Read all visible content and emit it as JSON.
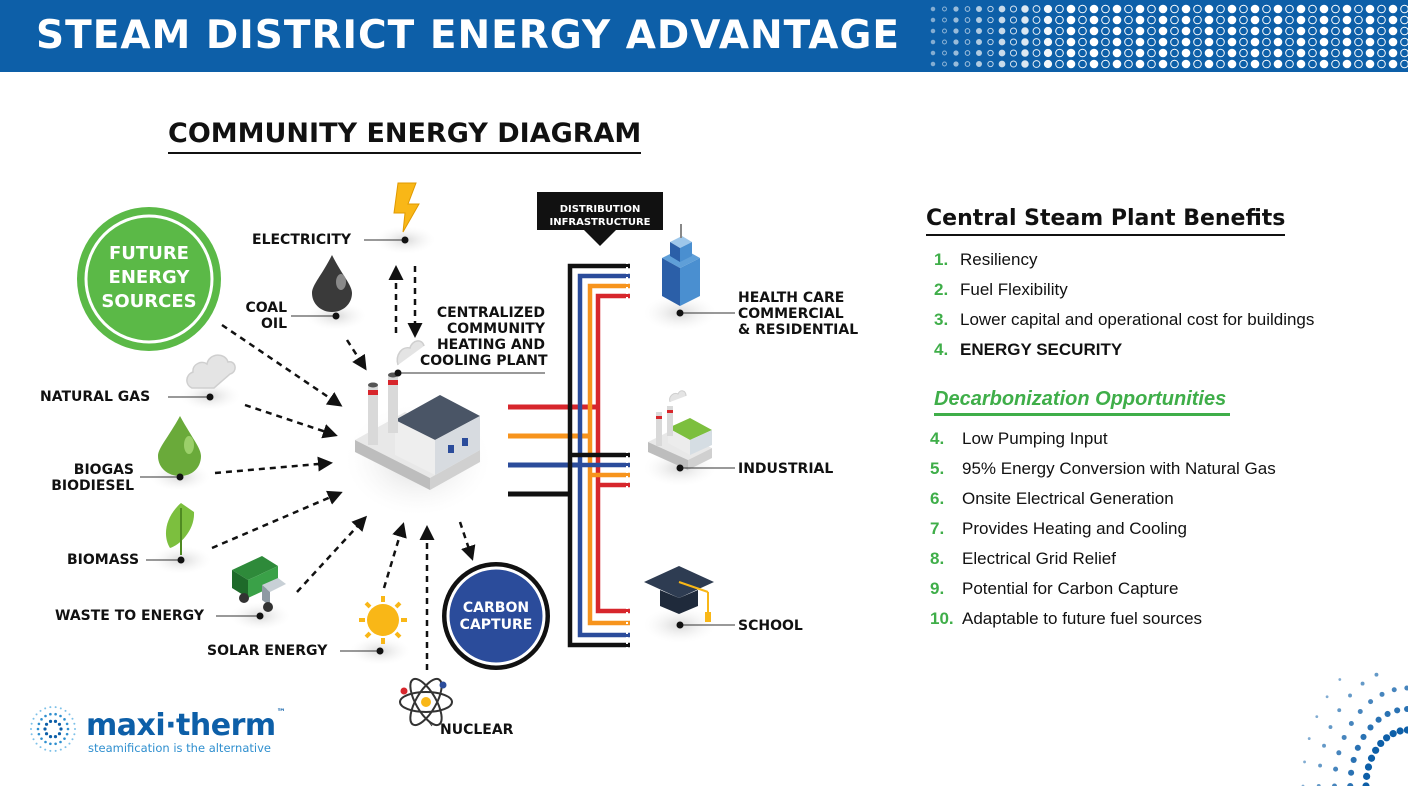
{
  "header": {
    "title": "STEAM DISTRICT ENERGY ADVANTAGE"
  },
  "diagram": {
    "title": "COMMUNITY ENERGY DIAGRAM",
    "future_sources": [
      "FUTURE",
      "ENERGY",
      "SOURCES"
    ],
    "distribution": [
      "DISTRIBUTION",
      "INFRASTRUCTURE"
    ],
    "plant": [
      "CENTRALIZED",
      "COMMUNITY",
      "HEATING AND",
      "COOLING PLANT"
    ],
    "sources": {
      "electricity": "ELECTRICITY",
      "coal_oil": [
        "COAL",
        "OIL"
      ],
      "natural_gas": "NATURAL GAS",
      "biogas": [
        "BIOGAS",
        "BIODIESEL"
      ],
      "biomass": "BIOMASS",
      "waste": "WASTE TO ENERGY",
      "solar": "SOLAR ENERGY",
      "nuclear": "NUCLEAR"
    },
    "carbon_capture": [
      "CARBON",
      "CAPTURE"
    ],
    "consumers": {
      "health": [
        "HEALTH CARE",
        "COMMERCIAL",
        "& RESIDENTIAL"
      ],
      "industrial": "INDUSTRIAL",
      "school": "SCHOOL"
    },
    "colors": {
      "red": "#d7262c",
      "orange": "#f7941d",
      "blue": "#2b4c9b",
      "black": "#111111",
      "green": "#3fae49"
    }
  },
  "benefits": {
    "title": "Central Steam Plant Benefits",
    "items": [
      {
        "num": "1.",
        "text": "Resiliency"
      },
      {
        "num": "2.",
        "text": "Fuel Flexibility"
      },
      {
        "num": "3.",
        "text": "Lower capital and operational cost for buildings"
      },
      {
        "num": "4.",
        "text": "ENERGY SECURITY"
      }
    ]
  },
  "decarbonization": {
    "title": "Decarbonization Opportunities",
    "items": [
      {
        "num": "4.",
        "text": "Low Pumping Input"
      },
      {
        "num": "5.",
        "text": "95% Energy Conversion with Natural Gas"
      },
      {
        "num": "6.",
        "text": "Onsite Electrical Generation"
      },
      {
        "num": "7.",
        "text": "Provides Heating and Cooling"
      },
      {
        "num": "8.",
        "text": "Electrical Grid Relief"
      },
      {
        "num": "9.",
        "text": "Potential for Carbon Capture"
      },
      {
        "num": "10.",
        "text": "Adaptable to future fuel sources"
      }
    ]
  },
  "logo": {
    "name": "maxi·therm",
    "tm": "™",
    "tagline": "steamification is the alternative"
  }
}
